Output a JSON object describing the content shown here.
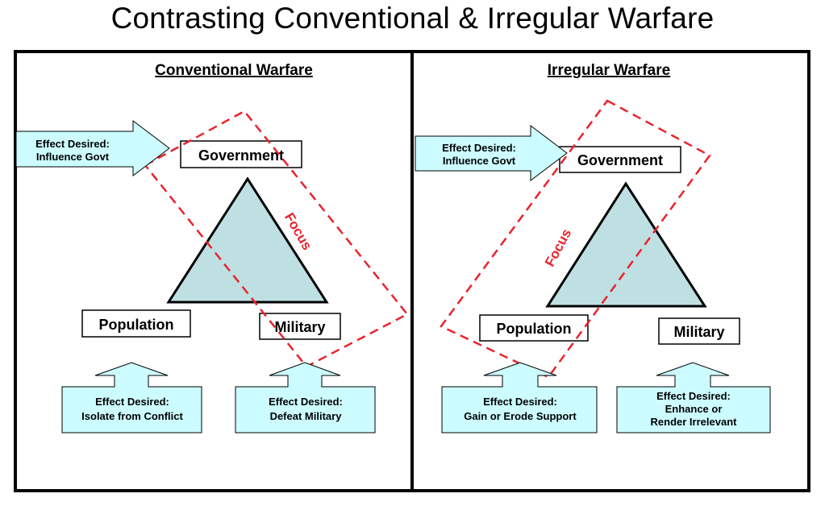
{
  "title": "Contrasting Conventional & Irregular Warfare",
  "colors": {
    "triangle_fill": "#bfe0e3",
    "callout_fill": "#ccfcff",
    "focus_dash": "#e8242c",
    "border": "#000000"
  },
  "panels": [
    {
      "heading": "Conventional Warfare",
      "nodes": {
        "government": "Government",
        "population": "Population",
        "military": "Military"
      },
      "focus_label": "Focus",
      "effects": {
        "government": [
          "Effect Desired:",
          "Influence Govt"
        ],
        "population": [
          "Effect Desired:",
          "Isolate from Conflict"
        ],
        "military": [
          "Effect Desired:",
          "Defeat Military"
        ]
      }
    },
    {
      "heading": "Irregular Warfare",
      "nodes": {
        "government": "Government",
        "population": "Population",
        "military": "Military"
      },
      "focus_label": "Focus",
      "effects": {
        "government": [
          "Effect Desired:",
          "Influence Govt"
        ],
        "population": [
          "Effect Desired:",
          "Gain or Erode Support"
        ],
        "military": [
          "Effect Desired:",
          "Enhance or",
          "Render Irrelevant"
        ]
      }
    }
  ]
}
